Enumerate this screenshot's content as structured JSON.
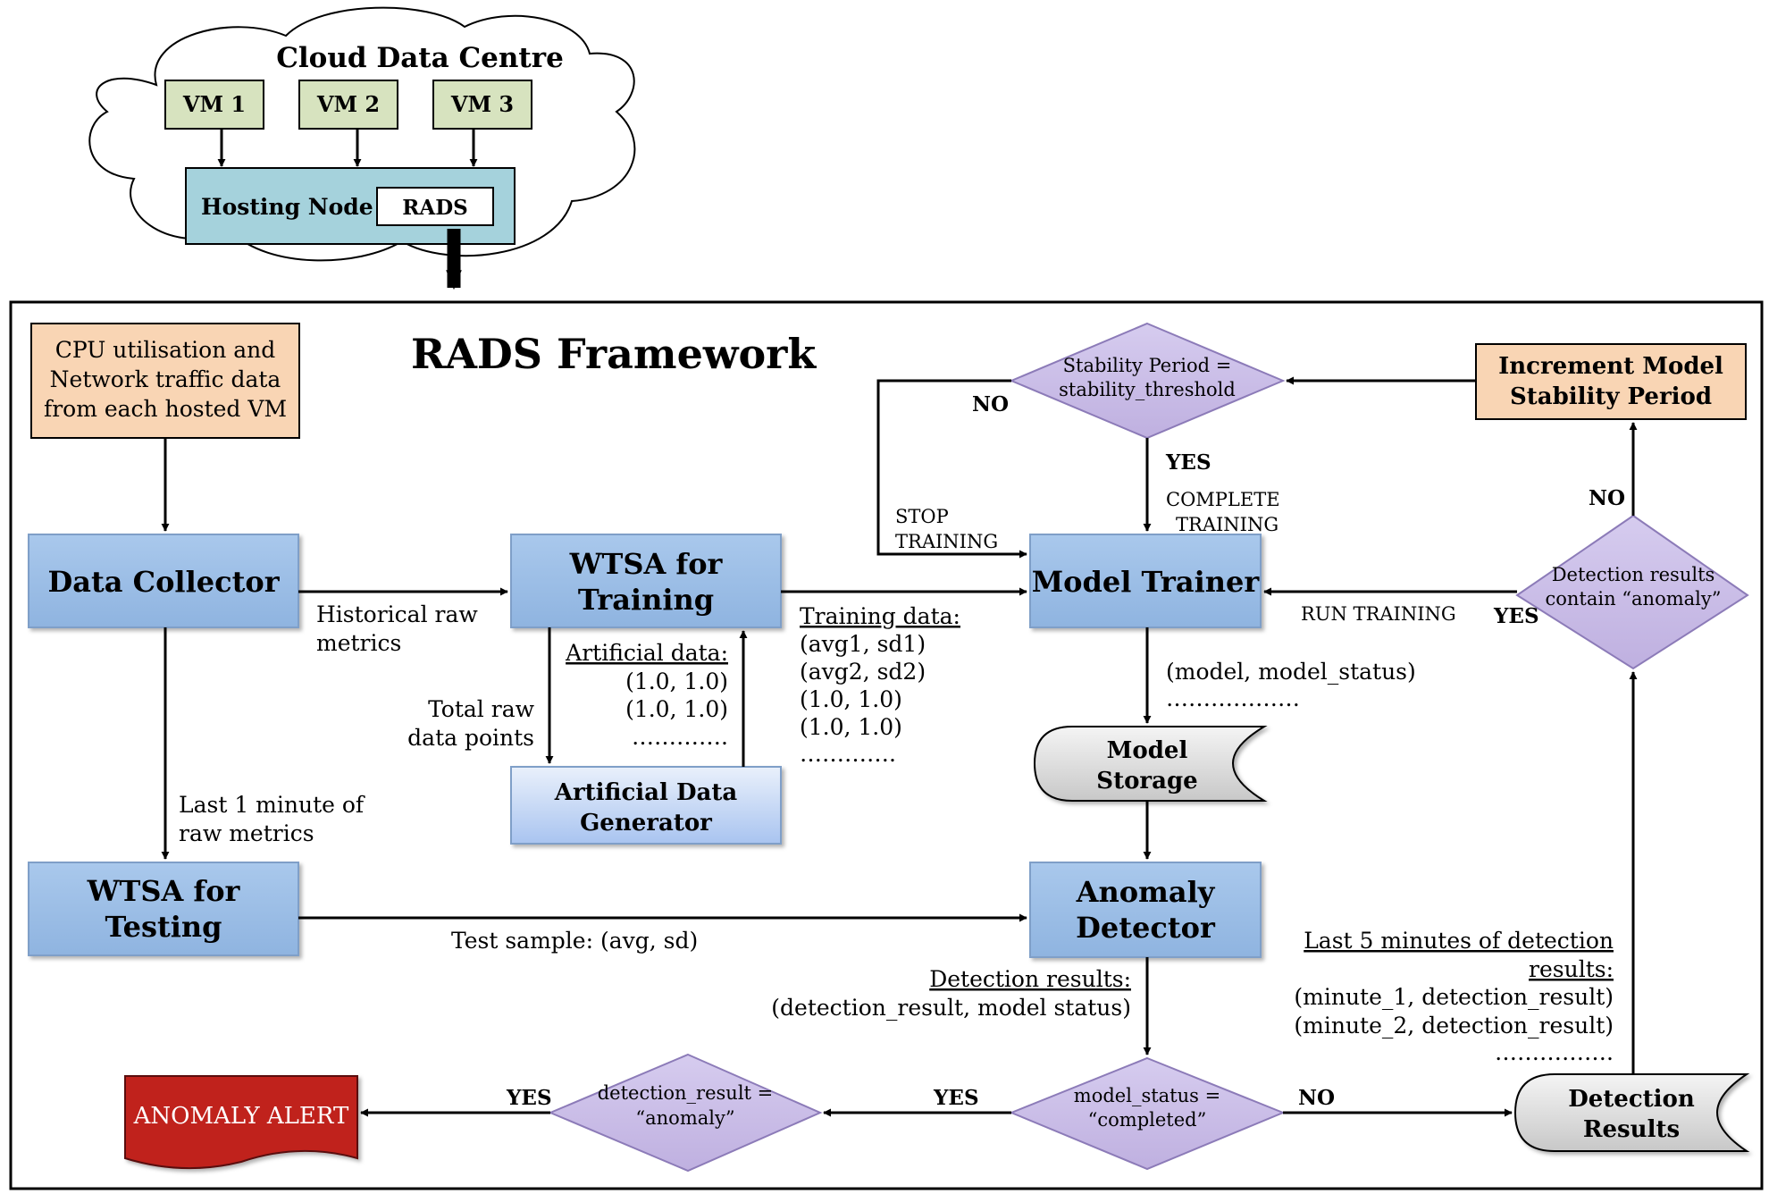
{
  "cloud": {
    "title": "Cloud Data Centre",
    "vms": [
      "VM 1",
      "VM 2",
      "VM 3"
    ],
    "hosting_node": "Hosting Node",
    "rads": "RADS"
  },
  "framework": {
    "title": "RADS Framework",
    "input_box": [
      "CPU utilisation and",
      "Network traffic data",
      "from each hosted VM"
    ],
    "increment_box": [
      "Increment Model",
      "Stability Period"
    ],
    "data_collector": "Data Collector",
    "wtsa_training": [
      "WTSA for",
      "Training"
    ],
    "model_trainer": "Model Trainer",
    "artificial_generator": [
      "Artificial  Data",
      "Generator"
    ],
    "wtsa_testing": [
      "WTSA for",
      "Testing"
    ],
    "anomaly_detector": [
      "Anomaly",
      "Detector"
    ],
    "model_storage": [
      "Model",
      "Storage"
    ],
    "detection_results_store": [
      "Detection",
      "Results"
    ],
    "anomaly_alert": "ANOMALY ALERT",
    "diamond_stability": [
      "Stability Period =",
      "stability_threshold"
    ],
    "diamond_detection_contains": [
      "Detection results",
      "contain “anomaly”"
    ],
    "diamond_model_status": [
      "model_status =",
      "“completed”"
    ],
    "diamond_detection_result": [
      "detection_result =",
      "“anomaly”"
    ]
  },
  "labels": {
    "no_stability": "NO",
    "yes_stability": "YES",
    "complete_training": [
      "COMPLETE",
      "TRAINING"
    ],
    "stop_training": [
      "STOP",
      "TRAINING"
    ],
    "no_increment": "NO",
    "yes_run": "YES",
    "run_training": "RUN TRAINING",
    "historical": [
      "Historical raw",
      "metrics"
    ],
    "training_data_title": "Training data:",
    "training_data_rows": [
      "(avg1, sd1)",
      "(avg2, sd2)",
      "(1.0, 1.0)",
      "(1.0, 1.0)",
      "…………."
    ],
    "artificial_data_title": "Artificial data:",
    "artificial_data_rows": [
      "(1.0, 1.0)",
      "(1.0, 1.0)",
      "…………."
    ],
    "total_raw": [
      "Total raw",
      "data points"
    ],
    "model_output": [
      "(model, model_status)",
      "………………"
    ],
    "last_minute": [
      "Last 1 minute of",
      "raw metrics"
    ],
    "test_sample": "Test sample: (avg, sd)",
    "detection_results_title": "Detection results:",
    "detection_results_row": "(detection_result, model status)",
    "last5_title": [
      "Last 5 minutes of detection",
      "results:"
    ],
    "last5_rows": [
      "(minute_1, detection_result)",
      "(minute_2, detection_result)",
      "……………."
    ],
    "yes_alert": "YES",
    "yes_completed": "YES",
    "no_completed": "NO"
  },
  "colors": {
    "blue_box": "#9dbfe6",
    "orange_box": "#f9d5b4",
    "diamond": "#cbbfe7",
    "vm_box": "#d7e3bf",
    "hosting": "#a5d2dc",
    "alert": "#c0211f"
  }
}
